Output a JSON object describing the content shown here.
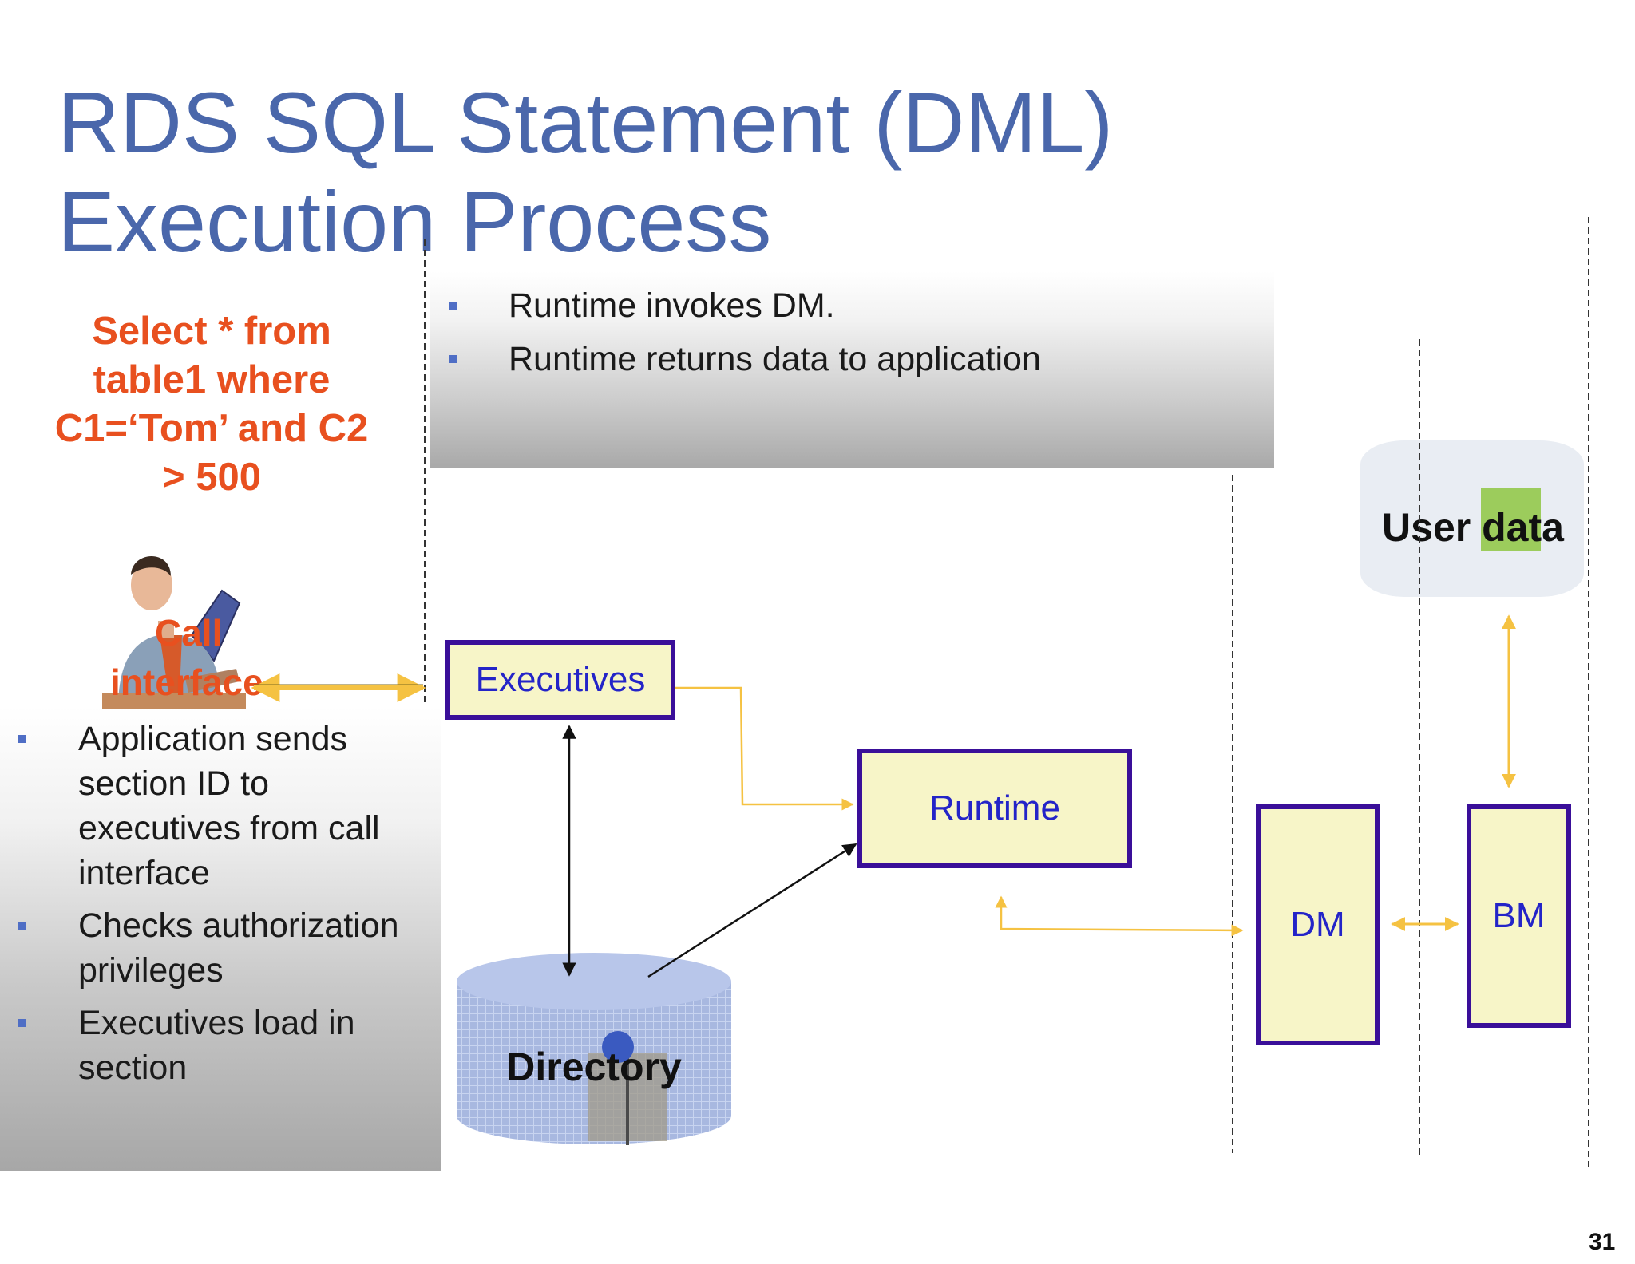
{
  "slide": {
    "title_line1": "RDS SQL Statement (DML)",
    "title_line2": "Execution Process",
    "query": [
      "Select * from",
      "table1 where",
      "C1=‘Tom’ and C2",
      "> 500"
    ],
    "call_interface": [
      "Call",
      "interface"
    ],
    "left_bullets": [
      "Application sends section ID to executives from call interface",
      "Checks authorization privileges",
      "Executives load in section"
    ],
    "top_bullets": [
      "Runtime invokes DM.",
      "Runtime returns data to application"
    ],
    "components": {
      "executives": "Executives",
      "runtime": "Runtime",
      "dm": "DM",
      "bm": "BM",
      "directory": "Directory",
      "user_data": "User data"
    },
    "page_number": "31"
  },
  "colors": {
    "title": "#4a67ab",
    "query_text": "#e8501f",
    "box_border": "#3a0f99",
    "box_fill": "#f7f5c8",
    "box_text": "#2424c8",
    "bullet_marker": "#4f6ec5",
    "flow_arrow": "#f5c242"
  },
  "icons": {
    "person": "person-at-computer-icon",
    "directory": "database-cylinder-icon",
    "user_data": "database-cylinder-icon"
  }
}
